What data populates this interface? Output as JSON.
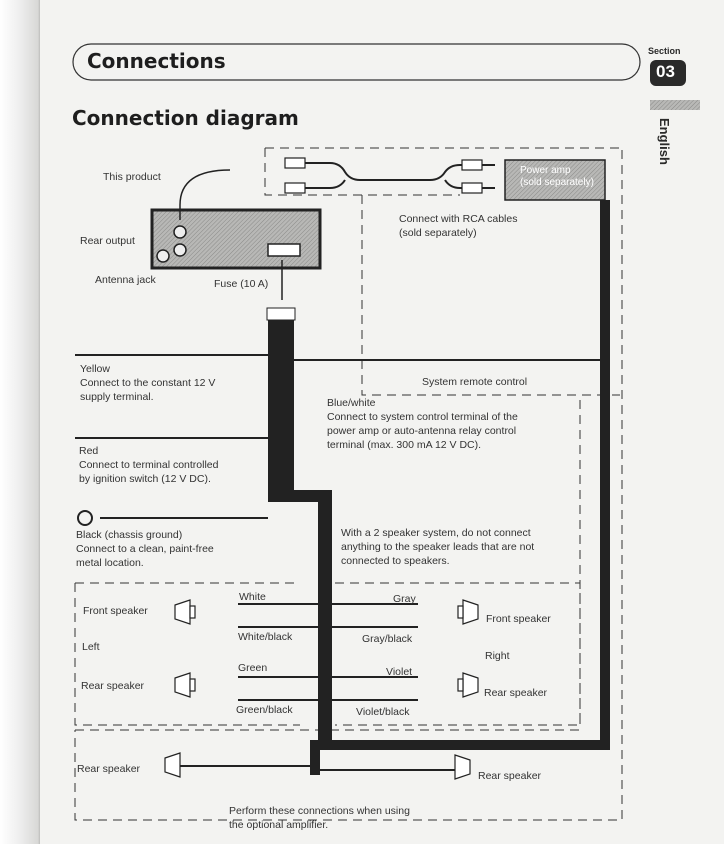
{
  "header": {
    "title": "Connections",
    "section_label": "Section",
    "section_number": "03",
    "language": "English"
  },
  "page_title": "Connection diagram",
  "diagram": {
    "this_product": "This product",
    "rear_output": "Rear output",
    "antenna_jack": "Antenna jack",
    "fuse": "Fuse (10 A)",
    "power_amp": "Power amp\n(sold separately)",
    "rca_note": "Connect with RCA cables\n(sold separately)",
    "system_remote": "System remote control",
    "yellow": "Yellow\nConnect to the constant 12 V\nsupply terminal.",
    "blue_white": "Blue/white\nConnect to system control terminal of the\npower amp or auto-antenna relay control\nterminal (max. 300 mA 12 V DC).",
    "red": "Red\nConnect to terminal controlled\nby ignition switch (12 V DC).",
    "black": "Black (chassis ground)\nConnect to a clean, paint-free\nmetal location.",
    "two_speaker_note": "With a 2 speaker system, do not connect\nanything to the speaker leads that are not\nconnected to speakers.",
    "left": "Left",
    "right": "Right",
    "front_speaker": "Front speaker",
    "rear_speaker": "Rear speaker",
    "white": "White",
    "white_black": "White/black",
    "green": "Green",
    "green_black": "Green/black",
    "gray": "Gray",
    "gray_black": "Gray/black",
    "violet": "Violet",
    "violet_black": "Violet/black",
    "amp_note": "Perform these connections when using\nthe optional amplifier."
  }
}
